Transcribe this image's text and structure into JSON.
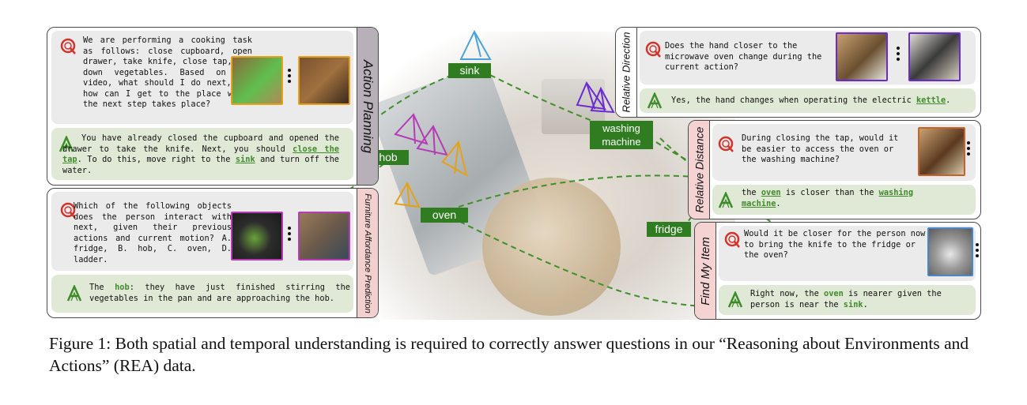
{
  "panels": {
    "action_planning": {
      "label": "Action Planning",
      "question": "We are performing a cooking task as follows: close cupboard, open drawer, take knife, close tap, put down vegetables. Based on the video, what should I do next, and how can I get to the place where the next step takes place?",
      "answer": {
        "p1": "You have already closed the cupboard and opened the drawer to take the knife. Next, you should ",
        "h1": "close the tap",
        "p2": ". To do this, move right to the ",
        "h2": "sink",
        "p3": " and turn off the water."
      }
    },
    "furniture_affordance": {
      "label": "Furniture Affordance Prediction",
      "question": "Which of the following objects does the person interact with next, given their previous actions and current motion? A. fridge, B. hob, C. oven, D. ladder.",
      "answer": {
        "p1": "The ",
        "h1": "hob",
        "p2": ": they have just finished stirring the vegetables in the pan and are approaching the hob."
      }
    },
    "relative_direction": {
      "label": "Relative Direction",
      "question": "Does the hand closer to the microwave oven change during the current action?",
      "answer": {
        "p1": "Yes, the hand changes when operating the electric ",
        "h1": "kettle",
        "p2": "."
      }
    },
    "relative_distance": {
      "label": "Relative Distance",
      "question": "During closing the tap, would it be easier to access the oven or the washing machine?",
      "answer": {
        "p1": "the ",
        "h1": "oven",
        "p2": " is closer than the ",
        "h2": "washing machine",
        "p3": "."
      }
    },
    "find_my_item": {
      "label": "Find My Item",
      "question": "Would it be closer for the person now to bring the knife to the fridge or the oven?",
      "answer": {
        "p1": "Right now, the ",
        "h1": "oven",
        "p2": " is nearer given the person is near the ",
        "h2": "sink",
        "p3": "."
      }
    }
  },
  "tags": {
    "sink": "sink",
    "hob": "hob",
    "oven": "oven",
    "washing_machine": "washing machine",
    "fridge": "fridge"
  },
  "caption": "Figure 1: Both spatial and temporal understanding is required to correctly answer questions in our “Reasoning about Environments and Actions” (REA) data.",
  "colors": {
    "green_tag": "#2f7d20",
    "highlight": "#3f8a2a",
    "dashed_arrow": "#3f8f2a",
    "question_bg": "#ebebeb",
    "answer_bg": "#dfe9d6",
    "action_planning_side": "#b8b0b8",
    "relative_distance_side": "#f6d3d3",
    "find_my_item_side": "#f6d3d3",
    "frame_orange": "#e3a21a",
    "frame_magenta": "#b43cb4",
    "frame_purple": "#6a2bd1",
    "frame_rust": "#c8622a",
    "frame_blue": "#4a86c8",
    "frame_cyan": "#4aa3d8"
  },
  "icons": {
    "question": "q-letter-icon",
    "answer": "a-letter-icon"
  }
}
